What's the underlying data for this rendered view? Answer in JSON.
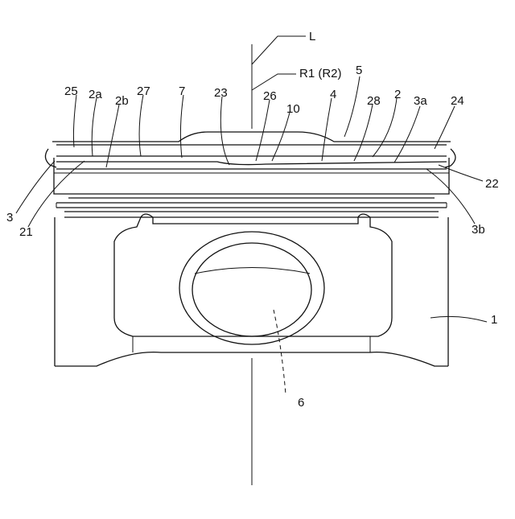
{
  "figure": {
    "labels": {
      "L": "L",
      "R1R2": "R1 (R2)",
      "n25": "25",
      "n2a": "2a",
      "n2b": "2b",
      "n27": "27",
      "n7": "7",
      "n23": "23",
      "n26": "26",
      "n10": "10",
      "n4": "4",
      "n5": "5",
      "n28": "28",
      "n2": "2",
      "n3a": "3a",
      "n24": "24",
      "n22": "22",
      "n3": "3",
      "n21": "21",
      "n3b": "3b",
      "n1": "1",
      "n6": "6"
    }
  }
}
